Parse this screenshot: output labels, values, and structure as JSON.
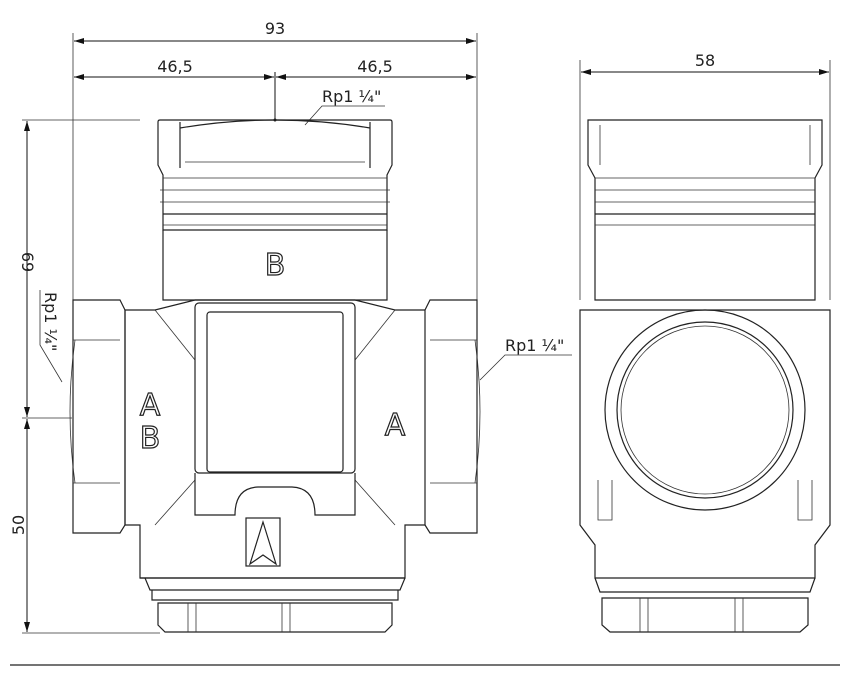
{
  "dimensions": {
    "overall_width": "93",
    "half_left": "46,5",
    "half_right": "46,5",
    "upper_height": "69",
    "lower_height": "50",
    "side_width": "58"
  },
  "threads": {
    "top": "Rp1 ¼\"",
    "left": "Rp1 ¼\"",
    "right": "Rp1 ¼\""
  },
  "ports": {
    "top": "B",
    "left_a": "A",
    "left_b": "B",
    "right": "A"
  },
  "logo_mark": "A"
}
